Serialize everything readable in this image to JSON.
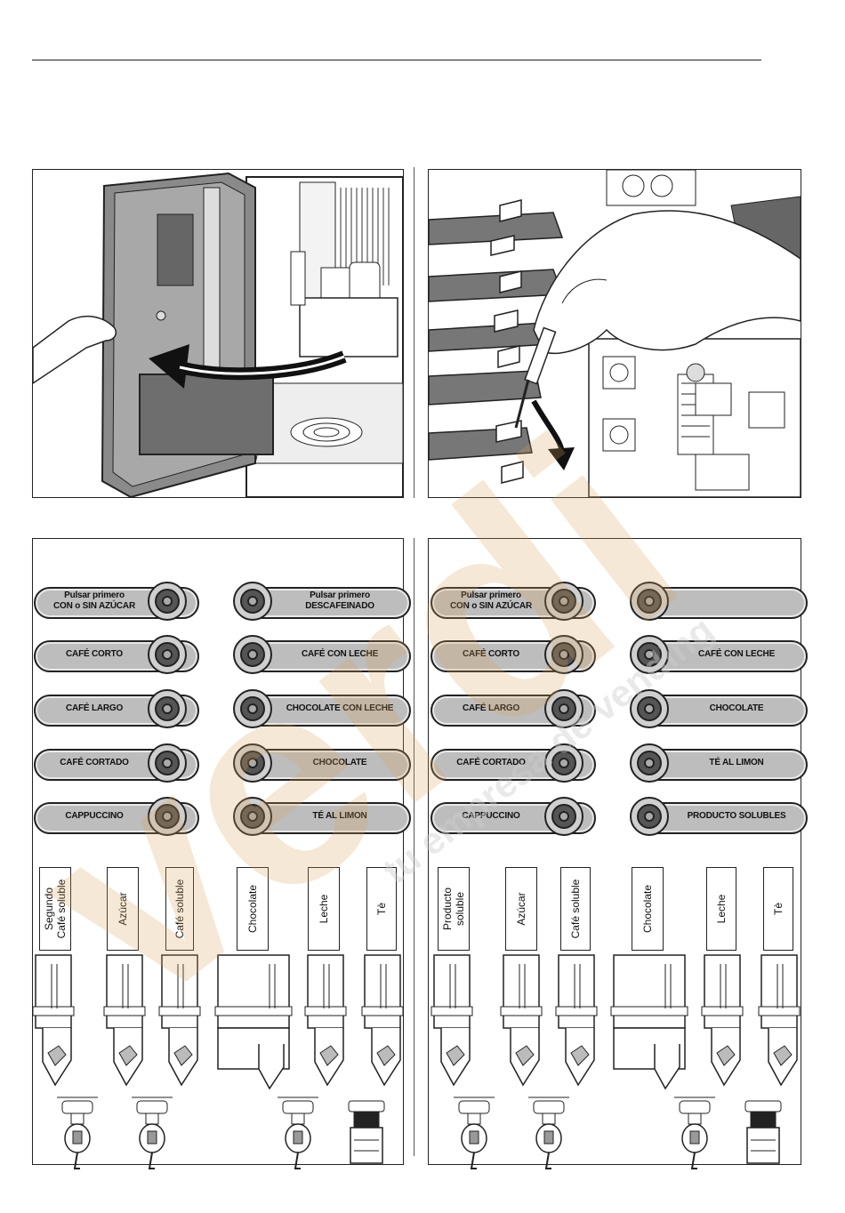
{
  "left_panel": {
    "buttons": [
      {
        "label": "Pulsar primero\nCON o SIN AZÚCAR"
      },
      {
        "label": "CAFÉ CORTO"
      },
      {
        "label": "CAFÉ LARGO"
      },
      {
        "label": "CAFÉ CORTADO"
      },
      {
        "label": "CAPPUCCINO"
      },
      {
        "label": "Pulsar primero\nDESCAFEINADO"
      },
      {
        "label": "CAFÉ CON LECHE"
      },
      {
        "label": "CHOCOLATE CON LECHE"
      },
      {
        "label": "CHOCOLATE"
      },
      {
        "label": "TÉ AL LIMON"
      }
    ],
    "ingredients": [
      "Segundo\nCafé soluble",
      "Azúcar",
      "Café soluble",
      "Chocolate",
      "Leche",
      "Tè"
    ]
  },
  "right_panel": {
    "buttons": [
      {
        "label": "Pulsar primero\nCON o SIN AZÚCAR"
      },
      {
        "label": "CAFÉ CORTO"
      },
      {
        "label": "CAFÉ LARGO"
      },
      {
        "label": "CAFÉ CORTADO"
      },
      {
        "label": "CAPPUCCINO"
      },
      {
        "label": ""
      },
      {
        "label": "CAFÉ CON LECHE"
      },
      {
        "label": "CHOCOLATE"
      },
      {
        "label": "TÉ AL LIMON"
      },
      {
        "label": "PRODUCTO SOLUBLES"
      }
    ],
    "ingredients": [
      "Producto\nsoluble",
      "Azúcar",
      "Café soluble",
      "Chocolate",
      "Leche",
      "Tè"
    ]
  },
  "watermark": {
    "text": "verdi",
    "subtext": "tu empresa de vending",
    "color": "#d9a15a"
  }
}
